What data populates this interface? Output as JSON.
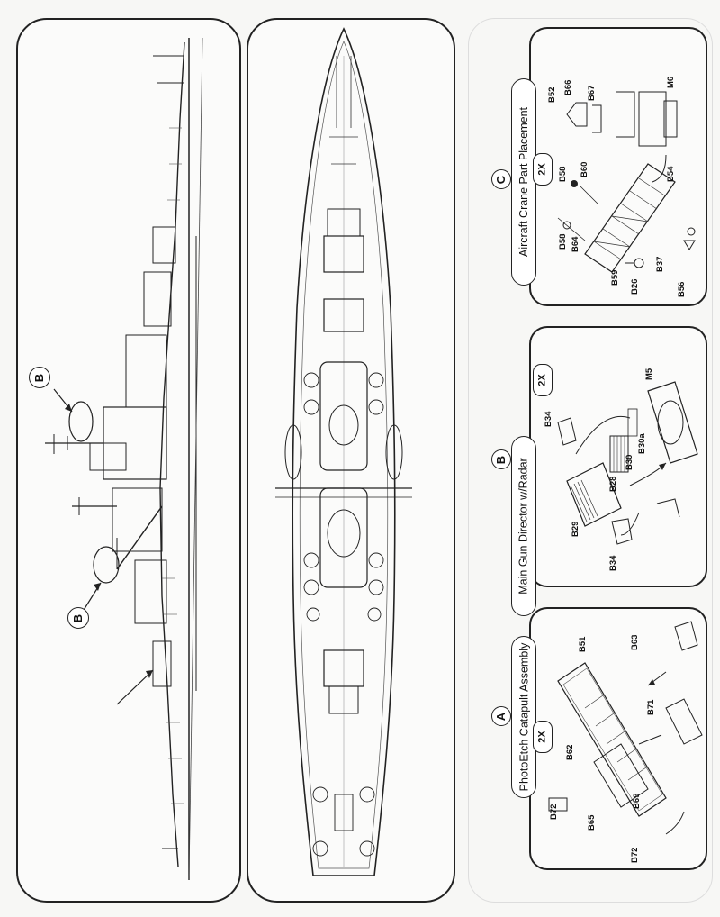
{
  "callouts": {
    "side_view_upper": "B",
    "side_view_lower": "B"
  },
  "assembly_a": {
    "letter": "A",
    "title": "PhotoEtch Catapult Assembly",
    "quantity": "2X",
    "parts": [
      "B63",
      "B51",
      "B71",
      "B62",
      "B69",
      "B72",
      "B65",
      "B72"
    ]
  },
  "assembly_b": {
    "letter": "B",
    "title": "Main Gun Director w/Radar",
    "quantity": "2X",
    "parts": [
      "M5",
      "B34",
      "B30a",
      "B30",
      "B28",
      "B29",
      "B34"
    ]
  },
  "assembly_c": {
    "letter": "C",
    "title": "Aircraft Crane Part Placement",
    "quantity": "2X",
    "parts": [
      "B52",
      "B66",
      "B67",
      "M6",
      "B58",
      "B60",
      "B54",
      "B58",
      "B64",
      "B59",
      "B26",
      "B37",
      "B56"
    ]
  },
  "icons": {
    "ship_side_profile": "battleship-side-profile-drawing",
    "ship_top_plan": "battleship-deck-plan-drawing"
  }
}
